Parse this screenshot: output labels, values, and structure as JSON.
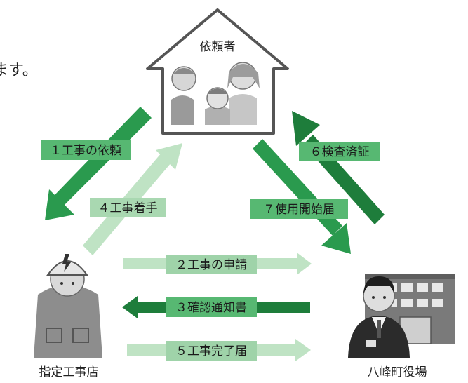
{
  "intro_fragment": "ます。",
  "nodes": {
    "requester": "依頼者",
    "contractor": "指定工事店",
    "town_office": "八峰町役場"
  },
  "steps": {
    "s1": "１工事の依頼",
    "s2": "２工事の申請",
    "s3": "３確認通知書",
    "s4": "４工事着手",
    "s5": "５工事完了届",
    "s6": "６検査済証",
    "s7": "７使用開始届"
  },
  "colors": {
    "dark_green": "#1f8a43",
    "mid_green": "#3fae5e",
    "light_green": "#b7dfbd",
    "label_dark_bg": "#4fb36a",
    "label_light_bg": "#a9d8b1"
  }
}
